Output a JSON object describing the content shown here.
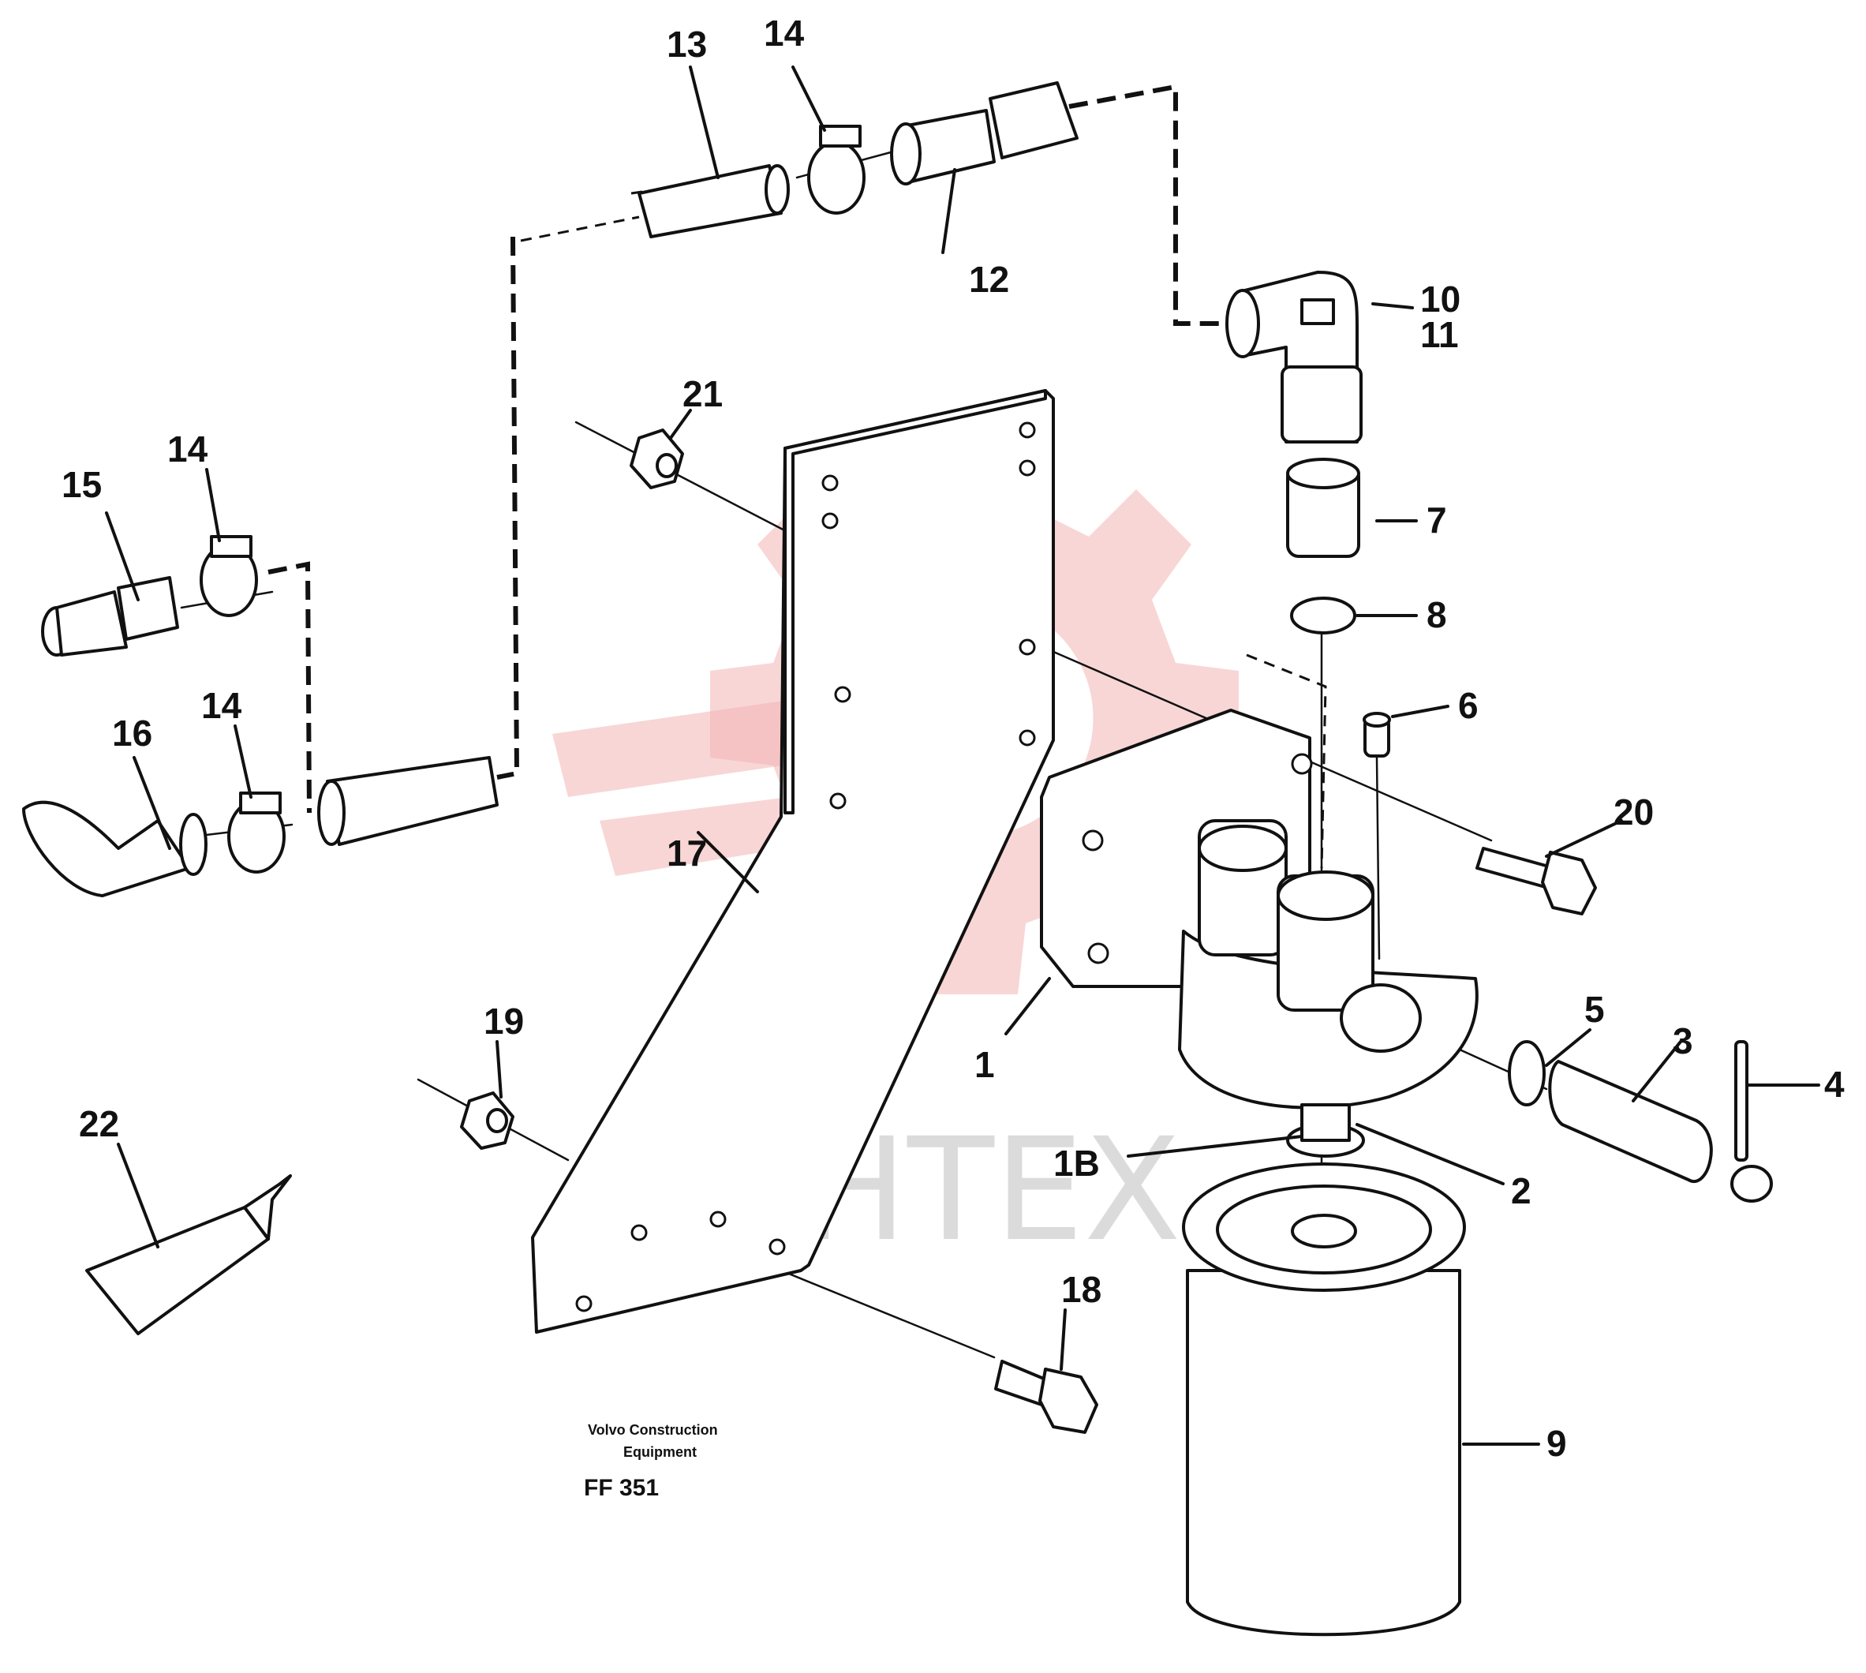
{
  "labels": {
    "p1": "1",
    "p1b": "1B",
    "p2": "2",
    "p3": "3",
    "p4": "4",
    "p5": "5",
    "p6": "6",
    "p7": "7",
    "p8": "8",
    "p9": "9",
    "p10": "10",
    "p11": "11",
    "p12": "12",
    "p13": "13",
    "p14a": "14",
    "p14b": "14",
    "p14c": "14",
    "p15": "15",
    "p16": "16",
    "p17": "17",
    "p18": "18",
    "p19": "19",
    "p20": "20",
    "p21": "21",
    "p22": "22"
  },
  "caption": {
    "line1": "Volvo Construction",
    "line2": "Equipment",
    "code": "FF 351"
  },
  "watermark": {
    "text": "ИНТЕХ",
    "color": "#f2b5b5"
  }
}
